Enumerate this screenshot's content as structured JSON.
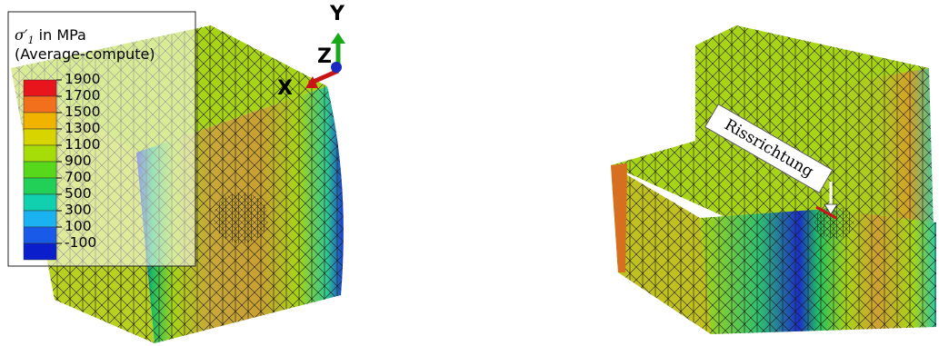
{
  "legend": {
    "title_prefix": "σ′",
    "title_sub": "1",
    "title_suffix": " in MPa",
    "subtitle": "(Average-compute)",
    "ticks": [
      "1900",
      "1700",
      "1500",
      "1300",
      "1100",
      "900",
      "700",
      "500",
      "300",
      "100",
      "-100"
    ],
    "colors": [
      "#e8151c",
      "#f2701c",
      "#f0b400",
      "#d8d400",
      "#a6dd08",
      "#58d81a",
      "#22d058",
      "#10d0b0",
      "#1ab2f0",
      "#1a5ae8",
      "#0a1ecc"
    ]
  },
  "axes": {
    "y": "Y",
    "z": "Z",
    "x": "X"
  },
  "callout": "Rissrichtung",
  "colors": {
    "mesh_green": "#a8d418",
    "mesh_orange": "#d9a028",
    "mesh_blue": "#1a2ec8",
    "axis_x": "#c81414",
    "axis_y": "#18a818",
    "axis_z": "#1828c0"
  }
}
